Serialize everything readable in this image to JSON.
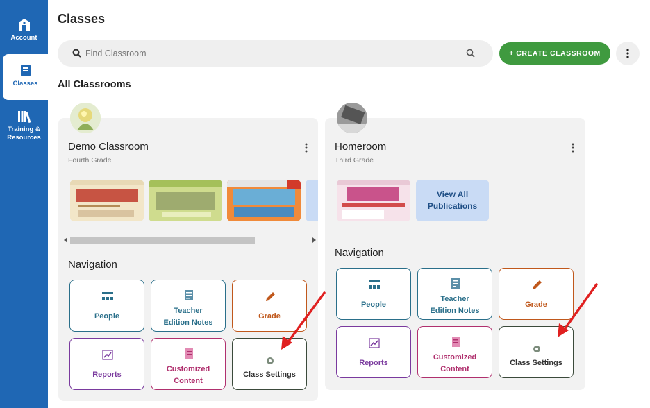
{
  "sidebar": {
    "items": [
      {
        "label": "Account",
        "icon": "school-icon"
      },
      {
        "label": "Classes",
        "icon": "book-icon",
        "active": true
      },
      {
        "label_line1": "Training &",
        "label_line2": "Resources",
        "icon": "library-icon"
      }
    ]
  },
  "header": {
    "title": "Classes"
  },
  "search": {
    "placeholder": "Find Classroom"
  },
  "toolbar": {
    "create_label": "+ CREATE CLASSROOM"
  },
  "section": {
    "title": "All Classrooms"
  },
  "colors": {
    "sidebar": "#1f67b4",
    "create": "#3f9a3f",
    "people": "#2a6f8a",
    "grade": "#c0581c",
    "reports": "#7a3a9e",
    "customized": "#b0306e",
    "settings": "#3b4a3b"
  },
  "classrooms": [
    {
      "name": "Demo Classroom",
      "grade": "Fourth Grade",
      "nav_title": "Navigation",
      "tiles": {
        "people": "People",
        "teacher_line1": "Teacher",
        "teacher_line2": "Edition Notes",
        "grade": "Grade",
        "reports": "Reports",
        "customized_line1": "Customized",
        "customized_line2": "Content",
        "settings": "Class Settings"
      }
    },
    {
      "name": "Homeroom",
      "grade": "Third Grade",
      "nav_title": "Navigation",
      "view_all_line1": "View All",
      "view_all_line2": "Publications",
      "tiles": {
        "people": "People",
        "teacher_line1": "Teacher",
        "teacher_line2": "Edition Notes",
        "grade": "Grade",
        "reports": "Reports",
        "customized_line1": "Customized",
        "customized_line2": "Content",
        "settings": "Class Settings"
      }
    }
  ]
}
